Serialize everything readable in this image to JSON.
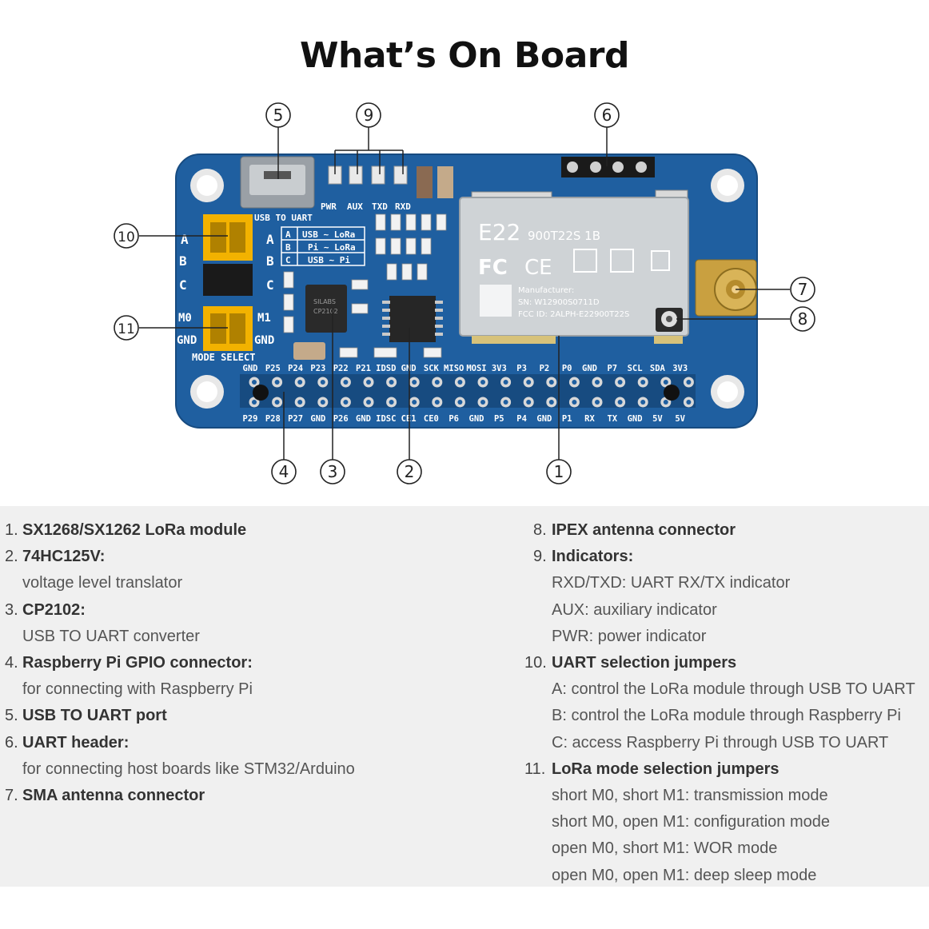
{
  "title": "What’s On Board",
  "callouts": [
    "1",
    "2",
    "3",
    "4",
    "5",
    "6",
    "7",
    "8",
    "9",
    "10",
    "11"
  ],
  "board": {
    "module_name": "E22",
    "module_model": "900T22S 1B",
    "module_marks": [
      "FC",
      "CE"
    ],
    "module_info": [
      "Manufacturer:",
      "SN: W12900S0711D",
      "FCC ID: 2ALPH-E22900T22S"
    ],
    "usb_label": "USB TO UART",
    "led_labels": [
      "PWR",
      "AUX",
      "TXD",
      "RXD"
    ],
    "jumper_row_labels": [
      "A",
      "B",
      "C"
    ],
    "jumper_table": [
      {
        "key": "A",
        "value": "USB ~ LoRa"
      },
      {
        "key": "B",
        "value": "Pi ~ LoRa"
      },
      {
        "key": "C",
        "value": "USB ~ Pi"
      }
    ],
    "mode_labels": [
      "M0",
      "M1",
      "GND",
      "GND"
    ],
    "mode_select_label": "MODE SELECT",
    "chip_text": [
      "SILABS",
      "CP2102"
    ],
    "pins_top": [
      "GND",
      "P25",
      "P24",
      "P23",
      "P22",
      "P21",
      "IDSD",
      "GND",
      "SCK",
      "MISO",
      "MOSI",
      "3V3",
      "P3",
      "P2",
      "P0",
      "GND",
      "P7",
      "SCL",
      "SDA",
      "3V3"
    ],
    "pins_bottom": [
      "P29",
      "P28",
      "P27",
      "GND",
      "P26",
      "GND",
      "IDSC",
      "CE1",
      "CE0",
      "P6",
      "GND",
      "P5",
      "P4",
      "GND",
      "P1",
      "RX",
      "TX",
      "GND",
      "5V",
      "5V"
    ]
  },
  "legend_left": [
    {
      "num": "1.",
      "head": "SX1268/SX1262 LoRa module",
      "desc": ""
    },
    {
      "num": "2.",
      "head": "74HC125V:",
      "desc": "voltage level translator"
    },
    {
      "num": "3.",
      "head": "CP2102:",
      "desc": "USB TO UART converter"
    },
    {
      "num": "4.",
      "head": "Raspberry Pi GPIO connector:",
      "desc": "for connecting with Raspberry Pi"
    },
    {
      "num": "5.",
      "head": "USB TO UART port",
      "desc": ""
    },
    {
      "num": "6.",
      "head": "UART header:",
      "desc": "for connecting host boards like STM32/Arduino"
    },
    {
      "num": "7.",
      "head": "SMA antenna connector",
      "desc": ""
    }
  ],
  "legend_right": [
    {
      "num": "8.",
      "head": "IPEX antenna connector",
      "descs": []
    },
    {
      "num": "9.",
      "head": "Indicators:",
      "descs": [
        "RXD/TXD: UART RX/TX indicator",
        "AUX: auxiliary indicator",
        "PWR: power indicator"
      ]
    },
    {
      "num": "10.",
      "head": "UART selection jumpers",
      "descs": [
        "A: control the LoRa module through USB TO UART",
        "B: control the LoRa module through Raspberry Pi",
        "C: access Raspberry Pi through USB TO UART"
      ]
    },
    {
      "num": "11.",
      "head": "LoRa mode selection jumpers",
      "descs": [
        "short M0, short M1: transmission mode",
        "short M0, open M1: configuration mode",
        "open M0, short M1: WOR mode",
        "open M0, open M1: deep sleep mode"
      ]
    }
  ],
  "colors": {
    "pcb": "#1f5fa0",
    "pcb_dark": "#17497e",
    "jumper": "#f2b200",
    "module": "#cfd3d6",
    "gold": "#c9a040"
  }
}
